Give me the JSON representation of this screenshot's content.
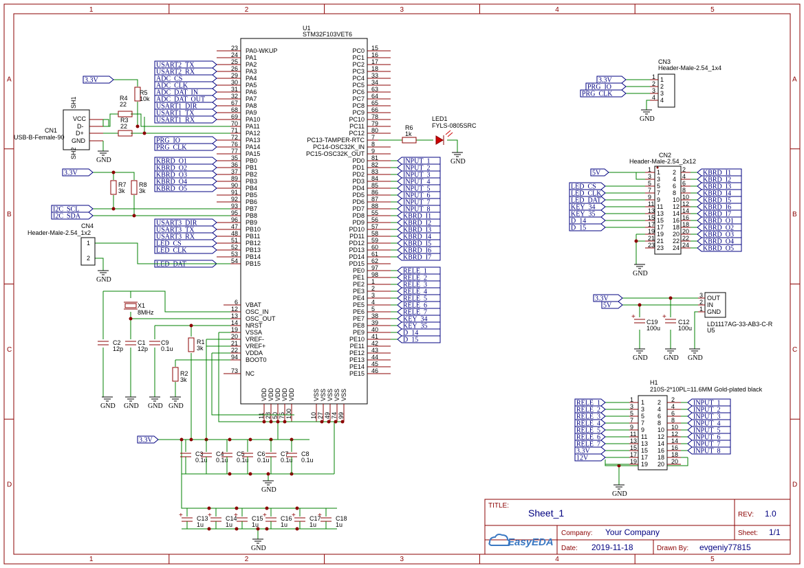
{
  "frame": {
    "columns": [
      "1",
      "2",
      "3",
      "4",
      "5"
    ],
    "rows": [
      "A",
      "B",
      "C",
      "D"
    ]
  },
  "title_block": {
    "title_label": "TITLE:",
    "title": "Sheet_1",
    "rev_label": "REV:",
    "rev": "1.0",
    "company_label": "Company:",
    "company": "Your Company",
    "sheet_label": "Sheet:",
    "sheet": "1/1",
    "date_label": "Date:",
    "date": "2019-11-18",
    "drawn_label": "Drawn By:",
    "drawn": "evgeniy77815",
    "logo": "EasyEDA"
  },
  "u1": {
    "ref": "U1",
    "value": "STM32F103VET6",
    "left_pins": [
      {
        "num": "23",
        "name": "PA0-WKUP",
        "net": ""
      },
      {
        "num": "24",
        "name": "PA1",
        "net": ""
      },
      {
        "num": "25",
        "name": "PA2",
        "net": "USART2_TX"
      },
      {
        "num": "26",
        "name": "PA3",
        "net": "USART2_RX"
      },
      {
        "num": "29",
        "name": "PA4",
        "net": "ADC_CS"
      },
      {
        "num": "30",
        "name": "PA5",
        "net": "ADC_CLK"
      },
      {
        "num": "31",
        "name": "PA6",
        "net": "ADC_DAT_IN"
      },
      {
        "num": "32",
        "name": "PA7",
        "net": "ADC_DAT_OUT"
      },
      {
        "num": "67",
        "name": "PA8",
        "net": "USART1_DIR"
      },
      {
        "num": "68",
        "name": "PA9",
        "net": "USART1_TX"
      },
      {
        "num": "69",
        "name": "PA10",
        "net": "USART1_RX"
      },
      {
        "num": "70",
        "name": "PA11",
        "net": ""
      },
      {
        "num": "71",
        "name": "PA12",
        "net": ""
      },
      {
        "num": "72",
        "name": "PA13",
        "net": "PRG_IO"
      },
      {
        "num": "76",
        "name": "PA14",
        "net": "PRG_CLK"
      },
      {
        "num": "77",
        "name": "PA15",
        "net": ""
      },
      {
        "num": "35",
        "name": "PB0",
        "net": "KBRD_O1"
      },
      {
        "num": "36",
        "name": "PB1",
        "net": "KBRD_O2"
      },
      {
        "num": "37",
        "name": "PB2",
        "net": "KBRD_O3"
      },
      {
        "num": "89",
        "name": "PB3",
        "net": "KBRD_O4"
      },
      {
        "num": "90",
        "name": "PB4",
        "net": "KBRD_O5"
      },
      {
        "num": "91",
        "name": "PB5",
        "net": ""
      },
      {
        "num": "92",
        "name": "PB6",
        "net": ""
      },
      {
        "num": "93",
        "name": "PB7",
        "net": ""
      },
      {
        "num": "95",
        "name": "PB8",
        "net": ""
      },
      {
        "num": "96",
        "name": "PB9",
        "net": "USART3_DIR"
      },
      {
        "num": "47",
        "name": "PB10",
        "net": "USART3_TX"
      },
      {
        "num": "48",
        "name": "PB11",
        "net": "USART3_RX"
      },
      {
        "num": "51",
        "name": "PB12",
        "net": "LED_CS"
      },
      {
        "num": "52",
        "name": "PB13",
        "net": "LED_CLK"
      },
      {
        "num": "53",
        "name": "PB14",
        "net": ""
      },
      {
        "num": "54",
        "name": "PB15",
        "net": "LED_DAT"
      }
    ],
    "left_pins2": [
      {
        "num": "6",
        "name": "VBAT"
      },
      {
        "num": "12",
        "name": "OSC_IN"
      },
      {
        "num": "13",
        "name": "OSC_OUT"
      },
      {
        "num": "14",
        "name": "NRST"
      },
      {
        "num": "19",
        "name": "VSSA"
      },
      {
        "num": "20",
        "name": "VREF-"
      },
      {
        "num": "21",
        "name": "VREF+"
      },
      {
        "num": "22",
        "name": "VDDA"
      },
      {
        "num": "94",
        "name": "BOOT0"
      },
      {
        "num": "73",
        "name": "NC"
      }
    ],
    "right_pins": [
      {
        "num": "15",
        "name": "PC0",
        "net": ""
      },
      {
        "num": "16",
        "name": "PC1",
        "net": ""
      },
      {
        "num": "17",
        "name": "PC2",
        "net": ""
      },
      {
        "num": "18",
        "name": "PC3",
        "net": ""
      },
      {
        "num": "33",
        "name": "PC4",
        "net": ""
      },
      {
        "num": "34",
        "name": "PC5",
        "net": ""
      },
      {
        "num": "63",
        "name": "PC6",
        "net": ""
      },
      {
        "num": "64",
        "name": "PC7",
        "net": ""
      },
      {
        "num": "65",
        "name": "PC8",
        "net": ""
      },
      {
        "num": "66",
        "name": "PC9",
        "net": ""
      },
      {
        "num": "78",
        "name": "PC10",
        "net": ""
      },
      {
        "num": "79",
        "name": "PC11",
        "net": ""
      },
      {
        "num": "80",
        "name": "PC12",
        "net": ""
      },
      {
        "num": "7",
        "name": "PC13-TAMPER-RTC",
        "net": ""
      },
      {
        "num": "8",
        "name": "PC14-OSC32K_IN",
        "net": ""
      },
      {
        "num": "9",
        "name": "PC15-OSC32K_OUT",
        "net": ""
      },
      {
        "num": "81",
        "name": "PD0",
        "net": "INPUT_1"
      },
      {
        "num": "82",
        "name": "PD1",
        "net": "INPUT_2"
      },
      {
        "num": "83",
        "name": "PD2",
        "net": "INPUT_3"
      },
      {
        "num": "84",
        "name": "PD3",
        "net": "INPUT_4"
      },
      {
        "num": "85",
        "name": "PD4",
        "net": "INPUT_5"
      },
      {
        "num": "86",
        "name": "PD5",
        "net": "INPUT_6"
      },
      {
        "num": "87",
        "name": "PD6",
        "net": "INPUT_7"
      },
      {
        "num": "88",
        "name": "PD7",
        "net": "INPUT_8"
      },
      {
        "num": "55",
        "name": "PD8",
        "net": "KBRD_I1"
      },
      {
        "num": "56",
        "name": "PD9",
        "net": "KBRD_I2"
      },
      {
        "num": "57",
        "name": "PD10",
        "net": "KBRD_I3"
      },
      {
        "num": "58",
        "name": "PD11",
        "net": "KBRD_I4"
      },
      {
        "num": "59",
        "name": "PD12",
        "net": "KBRD_I5"
      },
      {
        "num": "60",
        "name": "PD13",
        "net": "KBRD_I6"
      },
      {
        "num": "61",
        "name": "PD14",
        "net": "KBRD_I7"
      },
      {
        "num": "62",
        "name": "PD15",
        "net": ""
      },
      {
        "num": "97",
        "name": "PE0",
        "net": "RELE_1"
      },
      {
        "num": "98",
        "name": "PE1",
        "net": "RELE_2"
      },
      {
        "num": "1",
        "name": "PE2",
        "net": "RELE_3"
      },
      {
        "num": "2",
        "name": "PE3",
        "net": "RELE_4"
      },
      {
        "num": "3",
        "name": "PE4",
        "net": "RELE_5"
      },
      {
        "num": "4",
        "name": "PE5",
        "net": "RELE_6"
      },
      {
        "num": "5",
        "name": "PE6",
        "net": "RELE_7"
      },
      {
        "num": "38",
        "name": "PE7",
        "net": "KEY_34"
      },
      {
        "num": "39",
        "name": "PE8",
        "net": "KEY_35"
      },
      {
        "num": "40",
        "name": "PE9",
        "net": "D_14"
      },
      {
        "num": "41",
        "name": "PE10",
        "net": "D_15"
      },
      {
        "num": "42",
        "name": "PE11",
        "net": ""
      },
      {
        "num": "43",
        "name": "PE12",
        "net": ""
      },
      {
        "num": "44",
        "name": "PE13",
        "net": ""
      },
      {
        "num": "45",
        "name": "PE14",
        "net": ""
      },
      {
        "num": "46",
        "name": "PE15",
        "net": ""
      }
    ],
    "bottom_pins": [
      {
        "num": "11",
        "name": "VDD"
      },
      {
        "num": "28",
        "name": "VDD"
      },
      {
        "num": "50",
        "name": "VDD"
      },
      {
        "num": "75",
        "name": "VDD"
      },
      {
        "num": "100",
        "name": "VDD"
      },
      {
        "num": "10",
        "name": "VSS"
      },
      {
        "num": "27",
        "name": "VSS"
      },
      {
        "num": "49",
        "name": "VSS"
      },
      {
        "num": "74",
        "name": "VSS"
      },
      {
        "num": "99",
        "name": "VSS"
      }
    ]
  },
  "cn1": {
    "ref": "CN1",
    "value": "USB-B-Female-90",
    "shield1": "SH1",
    "shield2": "SH2",
    "pins": [
      "VCC",
      "D-",
      "D+",
      "GND"
    ]
  },
  "cn2": {
    "ref": "CN2",
    "value": "Header-Male-2.54_2x12",
    "left_nets": [
      "5V",
      "",
      "LED_CS",
      "LED_CLK",
      "LED_DAT",
      "KEY_34",
      "KEY_35",
      "D_14",
      "D_15",
      "",
      "",
      ""
    ],
    "right_nets": [
      "KBRD_I1",
      "KBRD_I2",
      "KBRD_I3",
      "KBRD_I4",
      "KBRD_I5",
      "KBRD_I6",
      "KBRD_I7",
      "KBRD_O1",
      "KBRD_O2",
      "KBRD_O3",
      "KBRD_O4",
      "KBRD_O5"
    ]
  },
  "cn3": {
    "ref": "CN3",
    "value": "Header-Male-2.54_1x4",
    "nets": [
      "3.3V",
      "PRG_IO",
      "PRG_CLK"
    ]
  },
  "cn4": {
    "ref": "CN4",
    "value": "Header-Male-2.54_1x2"
  },
  "h1": {
    "ref": "H1",
    "value": "210S-2*10PL=11.6MM Gold-plated black",
    "left_nets": [
      "RELE_1",
      "RELE_2",
      "RELE_3",
      "RELE_4",
      "RELE_5",
      "RELE_6",
      "RELE_7",
      "3.3V",
      "12V",
      ""
    ],
    "right_nets": [
      "INPUT_1",
      "INPUT_2",
      "INPUT_3",
      "INPUT_4",
      "INPUT_5",
      "INPUT_6",
      "INPUT_7",
      "INPUT_8",
      "",
      ""
    ]
  },
  "u5": {
    "ref": "U5",
    "value": "LD1117AG-33-AB3-C-R",
    "pins": [
      {
        "num": "3",
        "name": "OUT"
      },
      {
        "num": "2",
        "name": "IN"
      },
      {
        "num": "1",
        "name": "GND"
      }
    ]
  },
  "led1": {
    "ref": "LED1",
    "value": "FYLS-0805SRC"
  },
  "r6": {
    "ref": "R6",
    "value": "1k"
  },
  "x1": {
    "ref": "X1",
    "value": "8MHz"
  },
  "resistors": [
    {
      "ref": "R1",
      "value": "3k"
    },
    {
      "ref": "R2",
      "value": "3k"
    },
    {
      "ref": "R3",
      "value": "22"
    },
    {
      "ref": "R4",
      "value": "22"
    },
    {
      "ref": "R5",
      "value": "10k"
    },
    {
      "ref": "R7",
      "value": "3k"
    },
    {
      "ref": "R8",
      "value": "3k"
    }
  ],
  "caps_osc": [
    {
      "ref": "C2",
      "value": "12p"
    },
    {
      "ref": "C1",
      "value": "12p"
    },
    {
      "ref": "C9",
      "value": "0.1u"
    }
  ],
  "caps_dec": [
    {
      "ref": "C3",
      "value": "0.1u"
    },
    {
      "ref": "C4",
      "value": "0.1u"
    },
    {
      "ref": "C5",
      "value": "0.1u"
    },
    {
      "ref": "C6",
      "value": "0.1u"
    },
    {
      "ref": "C7",
      "value": "0.1u"
    },
    {
      "ref": "C8",
      "value": "0.1u"
    }
  ],
  "caps_bulk": [
    {
      "ref": "C13",
      "value": "1u"
    },
    {
      "ref": "C14",
      "value": "1u"
    },
    {
      "ref": "C15",
      "value": "1u"
    },
    {
      "ref": "C16",
      "value": "1u"
    },
    {
      "ref": "C17",
      "value": "1u"
    },
    {
      "ref": "C18",
      "value": "1u"
    }
  ],
  "caps_reg": [
    {
      "ref": "C19",
      "value": "100u"
    },
    {
      "ref": "C12",
      "value": "100u"
    }
  ],
  "nets": {
    "v33": "3.3V",
    "v5": "5V",
    "gnd": "GND",
    "scl": "I2C_SCL",
    "sda": "I2C_SDA",
    "usart2_tx": "USART2_TX",
    "usart2_rx": "USART2_RX",
    "adc_cs": "ADC_CS",
    "adc_clk": "ADC_CLK",
    "led_dat": "LED_DAT"
  }
}
